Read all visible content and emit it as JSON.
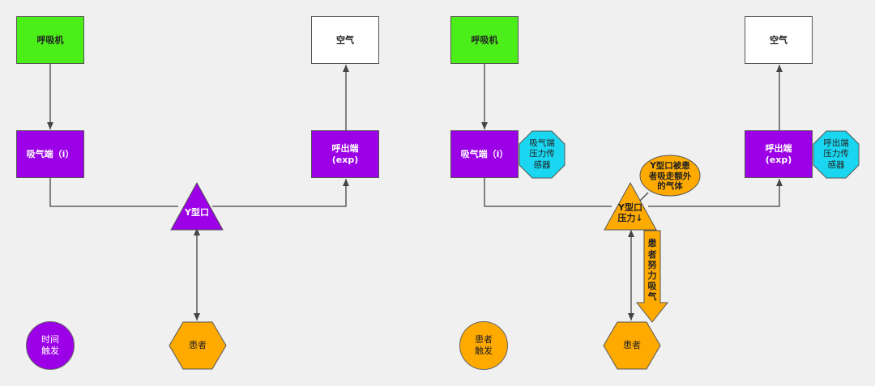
{
  "left": {
    "ventilator": "呼吸机",
    "air": "空气",
    "inspiratory": "吸气端（i）",
    "expiratory_line1": "呼出端",
    "expiratory_line2": "(exp)",
    "y_piece": "Y型口",
    "patient": "患者",
    "trigger_line1": "时间",
    "trigger_line2": "触发"
  },
  "right": {
    "ventilator": "呼吸机",
    "air": "空气",
    "inspiratory": "吸气端（i）",
    "insp_sensor_lines": [
      "吸气端",
      "压力传",
      "感器"
    ],
    "expiratory_line1": "呼出端",
    "expiratory_line2": "(exp)",
    "exp_sensor_lines": [
      "呼出端",
      "压力传",
      "感器"
    ],
    "y_piece_line1": "Y型口",
    "y_piece_line2": "压力↓",
    "callout_lines": [
      "Y型口被患",
      "者吸走额外",
      "的气体"
    ],
    "effort_chars": [
      "患",
      "者",
      "努",
      "力",
      "吸",
      "气"
    ],
    "patient": "患者",
    "trigger_line1": "患者",
    "trigger_line2": "触发"
  },
  "colors": {
    "ventilator": "#4cee1a",
    "port": "#9b00e6",
    "patient": "#ffaa00",
    "sensor": "#1ad6f0",
    "air": "#ffffff"
  }
}
